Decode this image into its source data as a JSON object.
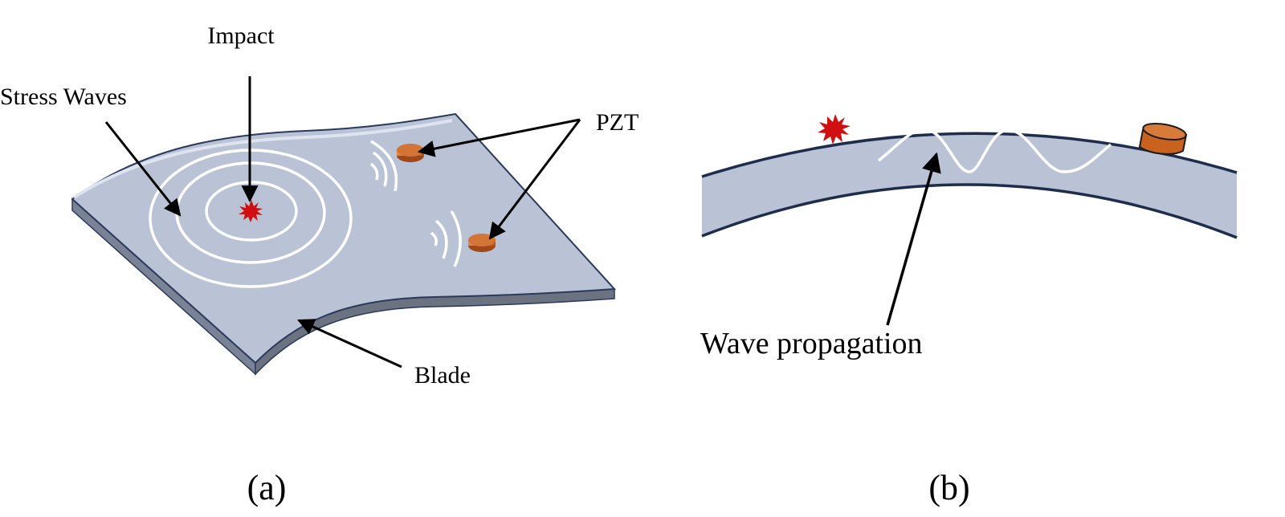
{
  "panel_a": {
    "labels": {
      "impact": "Impact",
      "stress_waves": "Stress Waves",
      "pzt": "PZT",
      "blade": "Blade"
    },
    "caption": "(a)"
  },
  "panel_b": {
    "labels": {
      "wave_propagation": "Wave propagation"
    },
    "caption": "(b)"
  },
  "colors": {
    "blade_fill": "#b9c3d5",
    "blade_edge": "#2b3a5c",
    "blade_side": "#6b7280",
    "pzt": "#c8621d",
    "impact": "#d01010",
    "wave": "#ffffff",
    "arrow": "#000000"
  },
  "icons": {
    "impact": "starburst-icon",
    "pzt": "disc-sensor-icon"
  }
}
